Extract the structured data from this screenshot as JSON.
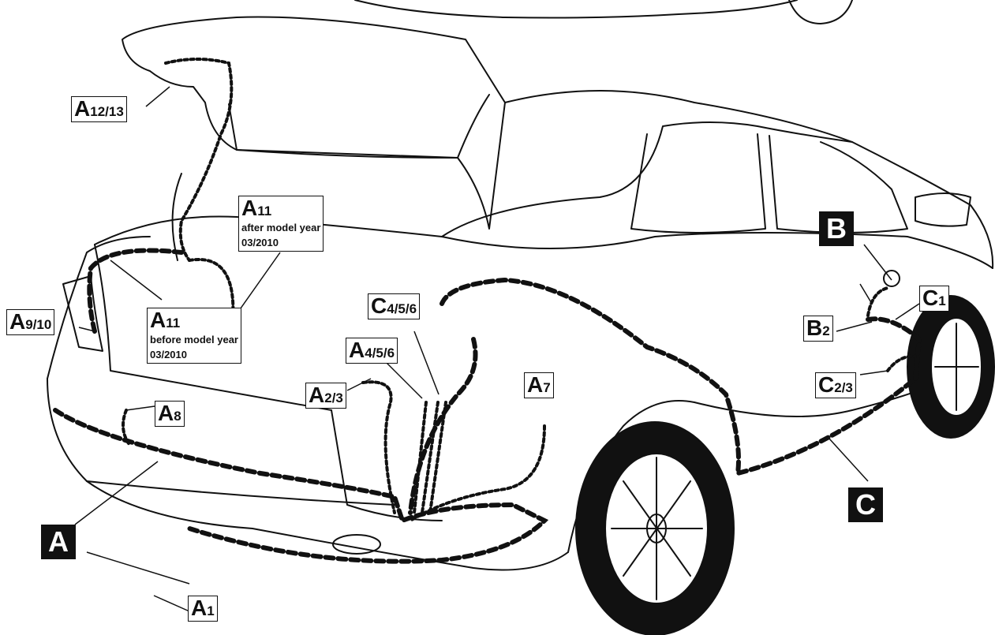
{
  "labels": {
    "A1": {
      "main": "A",
      "sub": "1"
    },
    "A12_13": {
      "main": "A",
      "sub": "12/13"
    },
    "A11_after": {
      "main": "A",
      "sub": "11",
      "note_line1": "after model year",
      "note_line2": "03/2010"
    },
    "A11_before": {
      "main": "A",
      "sub": "11",
      "note_line1": "before model year",
      "note_line2": "03/2010"
    },
    "A9_10": {
      "main": "A",
      "sub": "9/10"
    },
    "A8": {
      "main": "A",
      "sub": "8"
    },
    "C456": {
      "main": "C",
      "sub": "4/5/6"
    },
    "A456": {
      "main": "A",
      "sub": "4/5/6"
    },
    "A2_3": {
      "main": "A",
      "sub": "2/3"
    },
    "A7": {
      "main": "A",
      "sub": "7"
    },
    "B2": {
      "main": "B",
      "sub": "2"
    },
    "C1": {
      "main": "C",
      "sub": "1"
    },
    "C2_3": {
      "main": "C",
      "sub": "2/3"
    }
  },
  "big_labels": {
    "A": "A",
    "B": "B",
    "C": "C"
  },
  "colors": {
    "line": "#111111",
    "background": "#ffffff"
  }
}
